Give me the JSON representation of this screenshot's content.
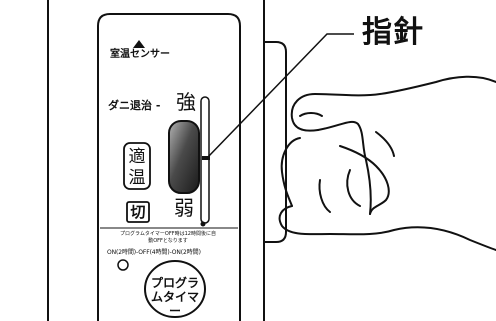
{
  "labels": {
    "pointer": "指針",
    "sensor": "室温センサー",
    "dani_taiji": "ダニ退治 -",
    "strong": "強",
    "weak": "弱",
    "tekion": "適温",
    "off": "切",
    "timer_note": "プログラムタイマーOFF時は12時間後に自動OFFとなります",
    "timer_cycle": "ON(2時間)-OFF(4時間)-ON(2時間)",
    "timer_button": "プログラムタイマー"
  },
  "icons": {
    "sensor_marker": "triangle-up-icon",
    "indicator_light": "circle-icon"
  },
  "colors": {
    "line": "#111111",
    "knob_dark": "#2a2a2a",
    "knob_light": "#9a9a9a"
  }
}
